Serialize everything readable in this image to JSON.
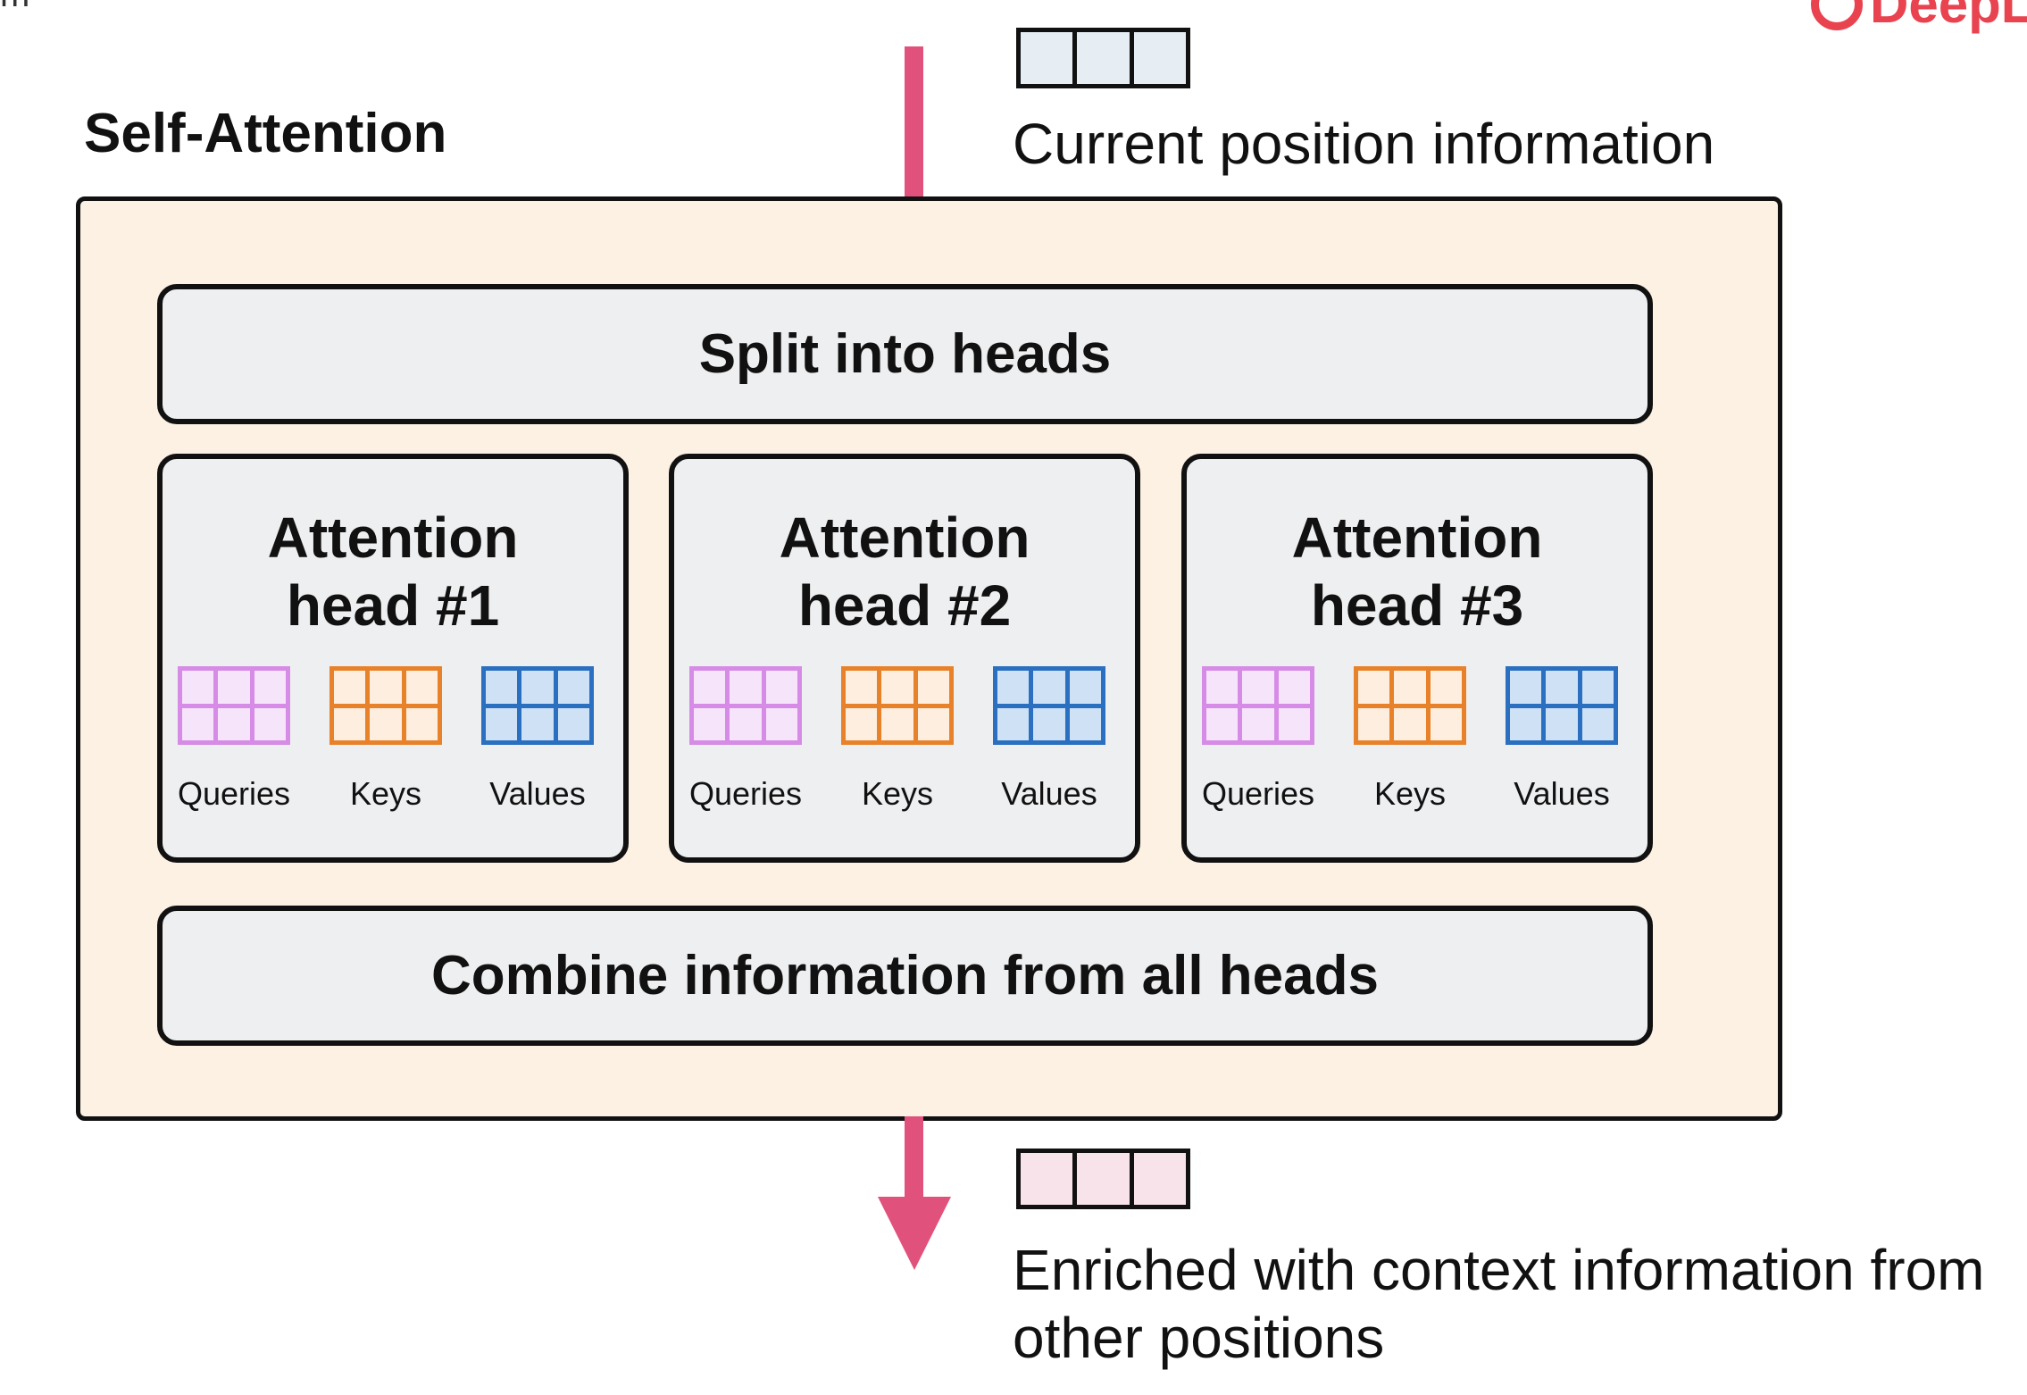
{
  "corner": {
    "left_text": "m",
    "logo_text": "DeepL",
    "logo_color": "#e8434f"
  },
  "title": "Self-Attention",
  "input": {
    "label": "Current position information",
    "vector_cells": 3,
    "cell_color": "#e6edf3"
  },
  "output": {
    "label": "Enriched with context information from other positions",
    "vector_cells": 3,
    "cell_color": "#f9e3ea"
  },
  "arrow_color": "#e0517b",
  "container_color": "#fcf1e3",
  "split_label": "Split into heads",
  "combine_label": "Combine information from all heads",
  "heads": [
    {
      "line1": "Attention",
      "line2": "head #1"
    },
    {
      "line1": "Attention",
      "line2": "head #2"
    },
    {
      "line1": "Attention",
      "line2": "head #3"
    }
  ],
  "matrix_labels": {
    "queries": "Queries",
    "keys": "Keys",
    "values": "Values"
  },
  "matrix_colors": {
    "queries": "#d68be6",
    "keys": "#e8822a",
    "values": "#2a6fc0"
  }
}
